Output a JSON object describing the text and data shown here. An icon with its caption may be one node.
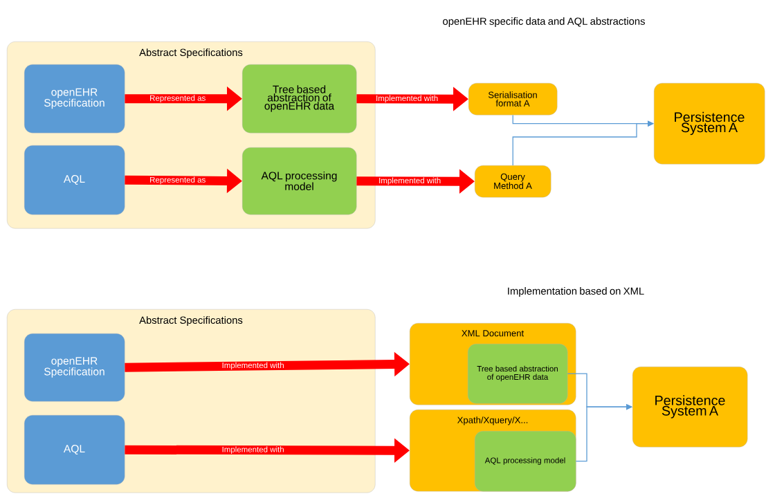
{
  "diagram": {
    "nodes": [
      {
        "text": [
          "Abstract Specifications"
        ]
      },
      {
        "text": [
          "openEHR Specification"
        ],
        "in": 0
      },
      {
        "text": [
          "Tree based abstraction of openEHR data"
        ],
        "in": 0
      },
      {
        "text": [
          "AQL"
        ],
        "in": 0
      },
      {
        "text": [
          "AQL processing model"
        ],
        "in": 0
      },
      {
        "text": [
          "Serialisation format A"
        ]
      },
      {
        "text": [
          "Query Method A"
        ]
      },
      {
        "text": [
          "Persistence System A"
        ]
      },
      {
        "text": [
          "Abstract Specifications"
        ]
      },
      {
        "text": [
          "openEHR Specification"
        ],
        "in": 8
      },
      {
        "text": [
          "AQL"
        ],
        "in": 8
      },
      {
        "text": [
          "XML Document"
        ]
      },
      {
        "text": [
          "Tree based abstraction of openEHR data"
        ],
        "in": 11
      },
      {
        "text": [
          "Xpath/Xquery/X..."
        ]
      },
      {
        "text": [
          "AQL processing model"
        ],
        "in": 13
      },
      {
        "text": [
          "Persistence System A"
        ]
      }
    ],
    "edges": [
      {
        "from": 1,
        "to": 2,
        "arrow": "to",
        "label": "Represented as"
      },
      {
        "from": 2,
        "to": 5,
        "arrow": "to",
        "label": "Implemented with"
      },
      {
        "from": 3,
        "to": 4,
        "arrow": "to",
        "label": "Represented as"
      },
      {
        "from": 4,
        "to": 6,
        "arrow": "to",
        "label": "Implemented with"
      },
      {
        "from": 5,
        "to": 7,
        "arrow": "to",
        "color": "#5b9bd5"
      },
      {
        "from": 6,
        "to": 7,
        "arrow": "to",
        "color": "#5b9bd5"
      },
      {
        "from": 9,
        "to": 11,
        "arrow": "to",
        "label": "Implemented with"
      },
      {
        "from": 10,
        "to": 13,
        "arrow": "to",
        "label": "Implemented with"
      },
      {
        "from": 12,
        "to": 15,
        "arrow": "to",
        "color": "#5b9bd5"
      },
      {
        "from": 14,
        "to": 15,
        "arrow": "to",
        "color": "#5b9bd5"
      }
    ],
    "labels": [
      "openEHR specific data and AQL abstractions",
      "Implementation based on XML"
    ]
  }
}
